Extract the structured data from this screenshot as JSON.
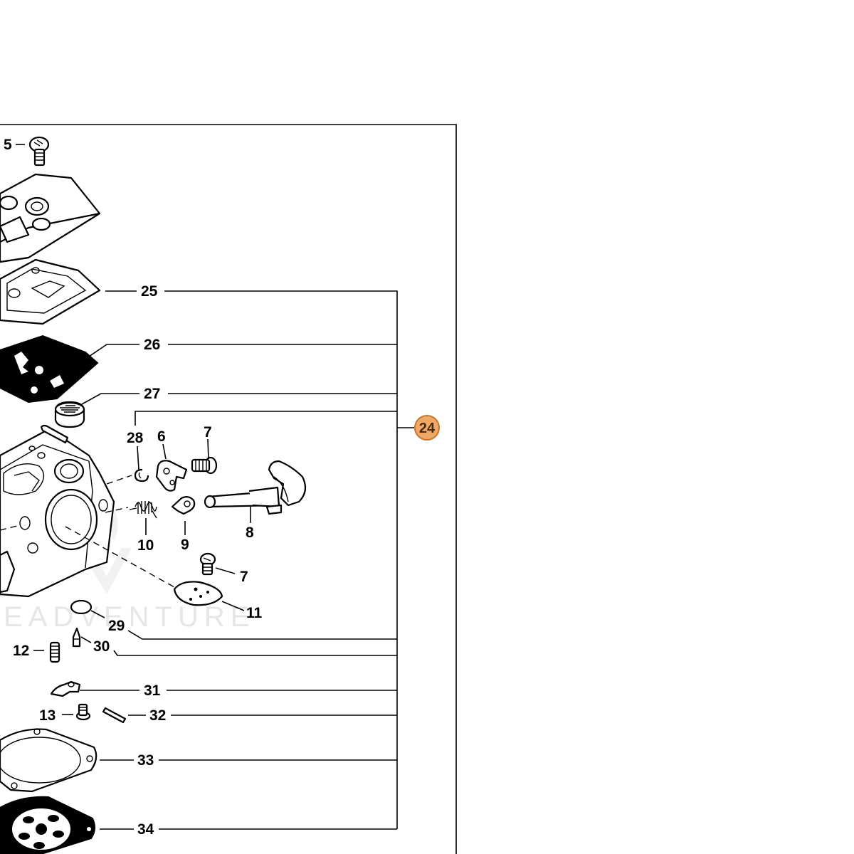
{
  "watermark": "EADVENTURE",
  "callout": {
    "label": "24",
    "color": "#f0a866",
    "border": "#c8742c"
  },
  "labels": {
    "p5": "5",
    "p25": "25",
    "p26": "26",
    "p27": "27",
    "p28": "28",
    "p6": "6",
    "p7a": "7",
    "p8": "8",
    "p9": "9",
    "p10": "10",
    "p7b": "7",
    "p11": "11",
    "p29": "29",
    "p30": "30",
    "p12": "12",
    "p31": "31",
    "p13": "13",
    "p32": "32",
    "p33": "33",
    "p34": "34"
  }
}
